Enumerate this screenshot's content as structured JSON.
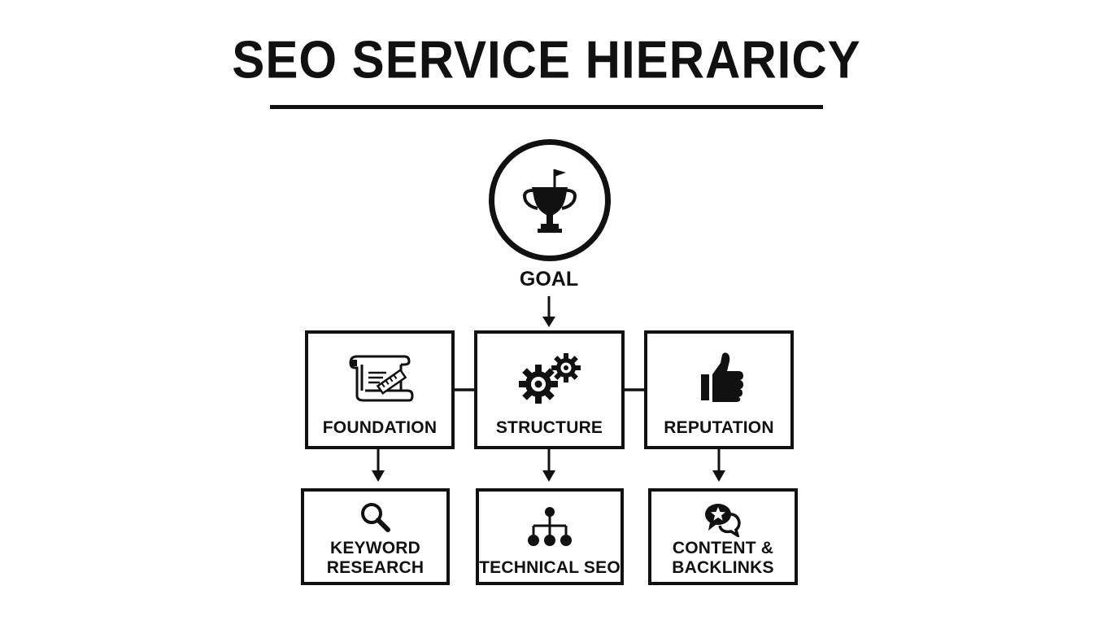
{
  "title": "SEO SERVICE HIERARICY",
  "goal": {
    "label": "GOAL",
    "icon": "trophy-flag-icon"
  },
  "tier1": [
    {
      "id": "foundation",
      "label": "FOUNDATION",
      "icon": "blueprint-scroll-icon"
    },
    {
      "id": "structure",
      "label": "STRUCTURE",
      "icon": "gears-icon"
    },
    {
      "id": "reputation",
      "label": "REPUTATION",
      "icon": "thumbs-up-icon"
    }
  ],
  "tier2": [
    {
      "id": "keyword-research",
      "line1": "KEYWORD",
      "line2": "RESEARCH",
      "icon": "magnifier-icon"
    },
    {
      "id": "technical-seo",
      "line1": "TECHNICAL SEO",
      "line2": "",
      "icon": "hierarchy-icon"
    },
    {
      "id": "content-backlinks",
      "line1": "CONTENT &",
      "line2": "BACKLINKS",
      "icon": "chat-star-icon"
    }
  ],
  "colors": {
    "ink": "#111111",
    "background": "#ffffff"
  }
}
